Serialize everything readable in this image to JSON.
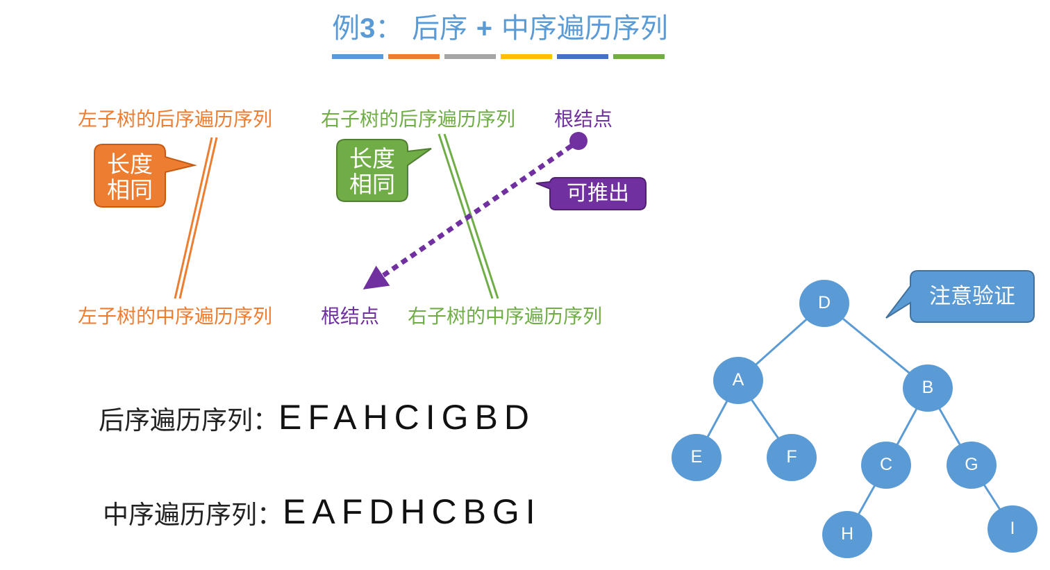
{
  "slide": {
    "title_prefix": "例",
    "title_number": "3",
    "title_sep": "：",
    "title_a": "后序",
    "title_plus": "+",
    "title_b": "中序遍历序列",
    "bar_colors": [
      "#5b9bd5",
      "#ed7d31",
      "#a5a5a5",
      "#ffc000",
      "#4472c4",
      "#70ad47"
    ]
  },
  "diagram": {
    "left_post": "左子树的后序遍历序列",
    "right_post": "右子树的后序遍历序列",
    "root_top": "根结点",
    "left_in": "左子树的中序遍历序列",
    "root_bottom": "根结点",
    "right_in": "右子树的中序遍历序列",
    "callout_left_line1": "长度",
    "callout_left_line2": "相同",
    "callout_right_line1": "长度",
    "callout_right_line2": "相同",
    "callout_derive": "可推出",
    "colors": {
      "orange": "#ed7d31",
      "green": "#70ad47",
      "purple": "#7030a0"
    }
  },
  "sequences": {
    "postorder_label": "后序遍历序列：",
    "postorder_values": "EFAHCIGBD",
    "inorder_label": "中序遍历序列：",
    "inorder_values": "EAFDHCBGI"
  },
  "tree": {
    "note": "注意验证",
    "nodes": [
      {
        "id": "D",
        "label": "D"
      },
      {
        "id": "A",
        "label": "A"
      },
      {
        "id": "B",
        "label": "B"
      },
      {
        "id": "E",
        "label": "E"
      },
      {
        "id": "F",
        "label": "F"
      },
      {
        "id": "C",
        "label": "C"
      },
      {
        "id": "G",
        "label": "G"
      },
      {
        "id": "H",
        "label": "H"
      },
      {
        "id": "I",
        "label": "I"
      }
    ],
    "edges": [
      [
        "D",
        "A"
      ],
      [
        "D",
        "B"
      ],
      [
        "A",
        "E"
      ],
      [
        "A",
        "F"
      ],
      [
        "B",
        "C"
      ],
      [
        "B",
        "G"
      ],
      [
        "C",
        "H"
      ],
      [
        "G",
        "I"
      ]
    ],
    "node_color": "#5b9bd5"
  }
}
